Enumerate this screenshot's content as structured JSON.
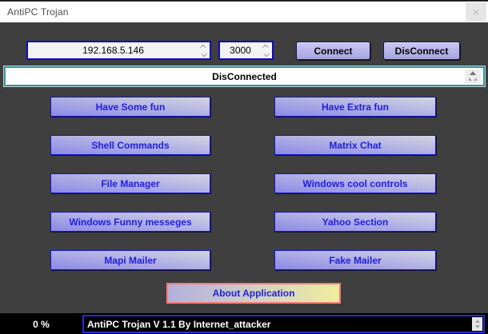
{
  "window": {
    "title": "AntiPC Trojan",
    "close_glyph": "×"
  },
  "connection": {
    "ip_value": "192.168.5.146",
    "port_value": "3000",
    "connect_label": "Connect",
    "disconnect_label": "DisConnect",
    "status_value": "DisConnected"
  },
  "feature_buttons": [
    {
      "label": "Have Some fun"
    },
    {
      "label": "Have Extra fun"
    },
    {
      "label": "Shell Commands"
    },
    {
      "label": "Matrix Chat"
    },
    {
      "label": "File Manager"
    },
    {
      "label": "Windows cool controls"
    },
    {
      "label": "Windows Funny messeges"
    },
    {
      "label": "Yahoo Section"
    },
    {
      "label": "Mapi Mailer"
    },
    {
      "label": "Fake Mailer"
    }
  ],
  "about": {
    "label": "About Application"
  },
  "statusbar": {
    "progress": "0 %",
    "message": "AntiPC Trojan V 1.1 By Internet_attacker"
  },
  "colors": {
    "content_bg": "#3f3f3f",
    "titlebar_bg": "#ffffff",
    "input_border_blue": "#0a0ac4",
    "feature_border_blue": "#1414c6",
    "feature_text_blue": "#2020dc",
    "status_teal_border": "#2d9aa2",
    "about_border_red": "#fb7a7a",
    "statusbar_bg": "#000000"
  }
}
